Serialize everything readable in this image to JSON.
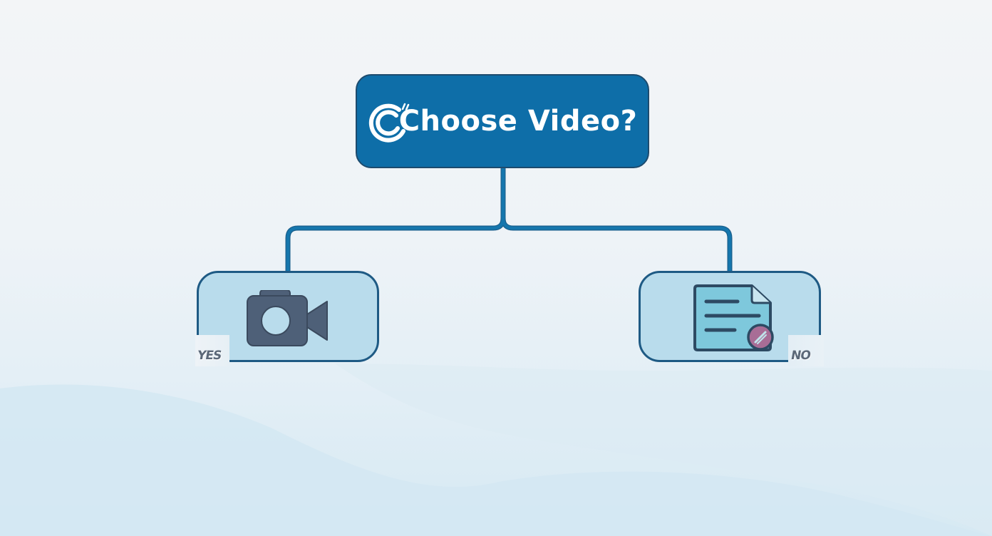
{
  "diagram": {
    "root": {
      "title": "Choose Video?",
      "icon": "c-logo-icon",
      "fill": "#0e6ea8",
      "text_color": "#ffffff"
    },
    "branches": [
      {
        "label": "YES",
        "icon": "video-camera-icon",
        "fill": "#b9dcec",
        "border": "#1e5a84"
      },
      {
        "label": "NO",
        "icon": "document-with-badge-icon",
        "fill": "#b9dcec",
        "border": "#1e5a84"
      }
    ],
    "connector_color": "#1576ad",
    "background": [
      "#f3f5f7",
      "#d6e9f3"
    ]
  }
}
